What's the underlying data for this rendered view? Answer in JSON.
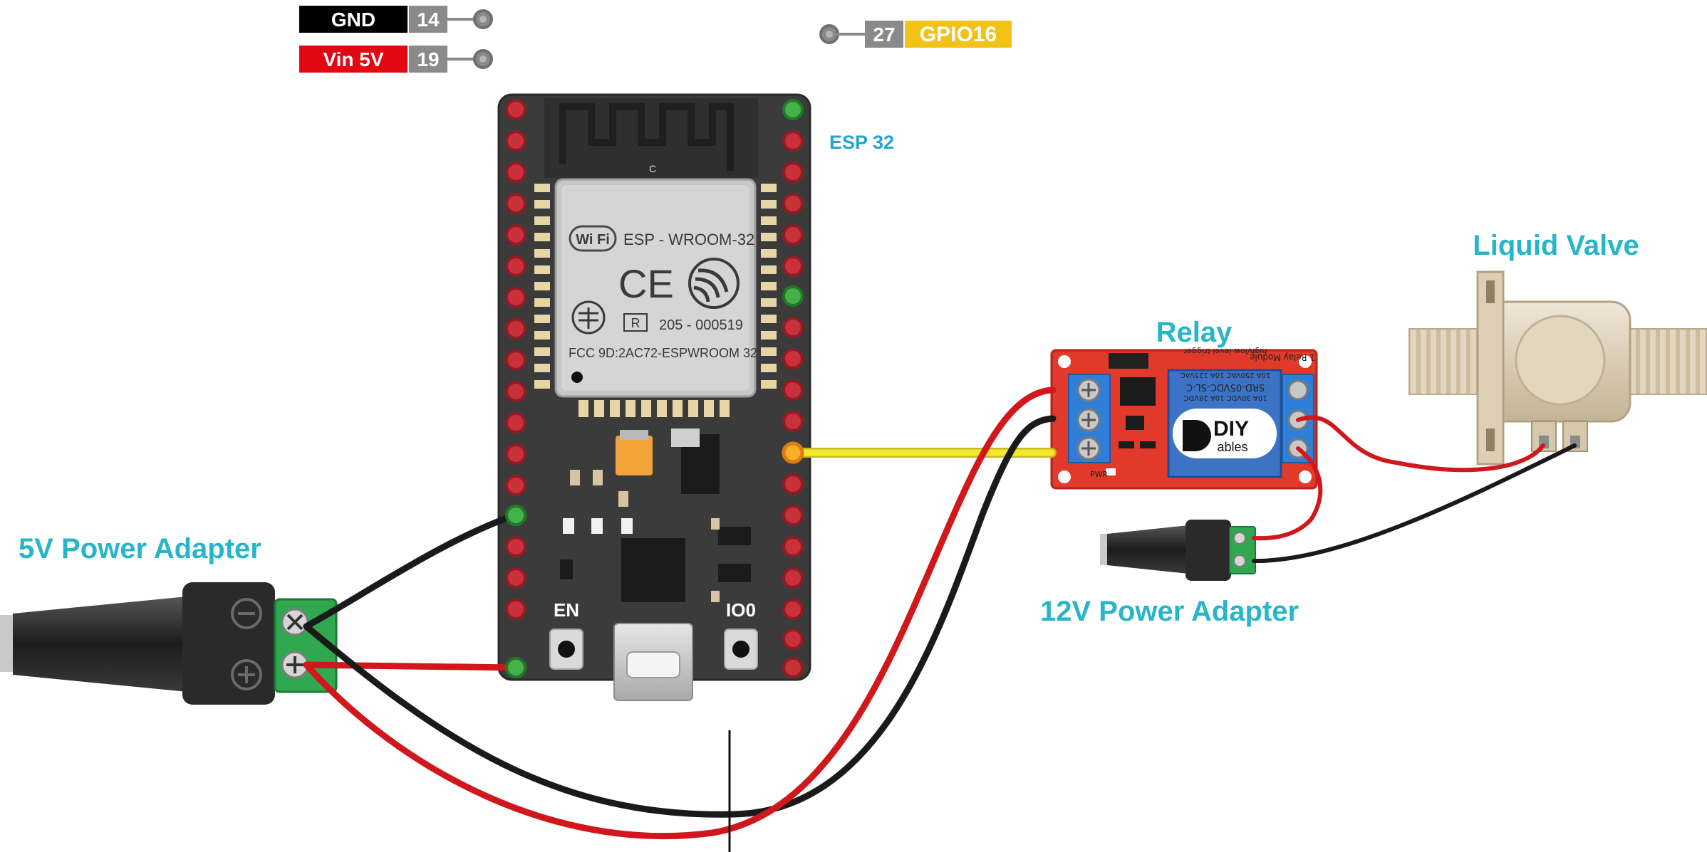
{
  "pin_labels": {
    "gnd": {
      "name": "GND",
      "pin": "14",
      "color": "#000000"
    },
    "vin": {
      "name": "Vin 5V",
      "pin": "19",
      "color": "#e30613"
    },
    "gpio": {
      "pin": "27",
      "name": "GPIO16",
      "color": "#f2c217"
    }
  },
  "board": {
    "label": "ESP 32",
    "module_brand": "ESP - WROOM-32",
    "wifi_text": "Wi Fi",
    "ce_text": "CE",
    "r_text": "R",
    "cert_number": "205 - 000519",
    "fcc_text": "FCC 9D:2AC72-ESPWROOM 32",
    "antenna_text": "C",
    "en_button": "EN",
    "io0_button": "IO0"
  },
  "relay": {
    "label": "Relay",
    "module_title": "1 Relay Module",
    "trigger_text": "high/low level trigger",
    "relay_model": "SRD-05VDC-SL-C",
    "rating_1": "10A 250VAC 10A 125VAC",
    "rating_2": "10A 30VDC 10A 28VDC",
    "logo_text": "DIY",
    "logo_sub": "ables",
    "pwr_text": "PWR"
  },
  "valve": {
    "label": "Liquid Valve"
  },
  "adapter_5v": {
    "label": "5V Power Adapter"
  },
  "adapter_12v": {
    "label": "12V Power Adapter"
  },
  "colors": {
    "label": "#26b6c8",
    "wire_red": "#d0181c",
    "wire_black": "#1a1a1a",
    "wire_yellow": "#f3ea2c",
    "board": "#3a3a3a",
    "relay_board": "#e23a2a",
    "terminal_green": "#2fa84f"
  }
}
